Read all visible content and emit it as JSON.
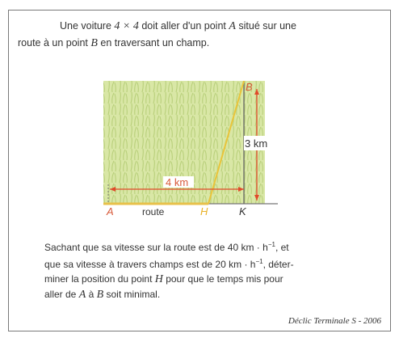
{
  "intro": {
    "line1_a": "Une voiture ",
    "dimension": "4 × 4",
    "line1_b": " doit aller d'un point ",
    "point_a": "A",
    "line1_c": " situé sur une",
    "line2_a": "route à un point ",
    "point_b": "B",
    "line2_b": " en traversant un champ."
  },
  "figure": {
    "label_b": "B",
    "label_3km": "3 km",
    "label_4km": "4 km",
    "label_a": "A",
    "label_route": "route",
    "label_h": "H",
    "label_k": "K",
    "colors": {
      "field": "#d9e7a6",
      "grass": "#b8cf7a",
      "road_line": "#e8c14a",
      "hyp": "#e9c43a",
      "arrow": "#e04a2a",
      "letters": "#d85a3a"
    }
  },
  "question": {
    "l1_a": "Sachant que sa vitesse sur la route est de 40 km · h",
    "exp": "−1",
    "l1_b": ", et",
    "l2_a": "que sa vitesse à travers champs est de 20 km · h",
    "l2_b": ", déter-",
    "l3_a": "miner la position du point ",
    "point_h": "H",
    "l3_b": " pour que le temps mis pour",
    "l4_a": "aller de ",
    "point_a": "A",
    "l4_b": " à ",
    "point_b": "B",
    "l4_c": " soit minimal."
  },
  "source": "Déclic Terminale S - 2006"
}
